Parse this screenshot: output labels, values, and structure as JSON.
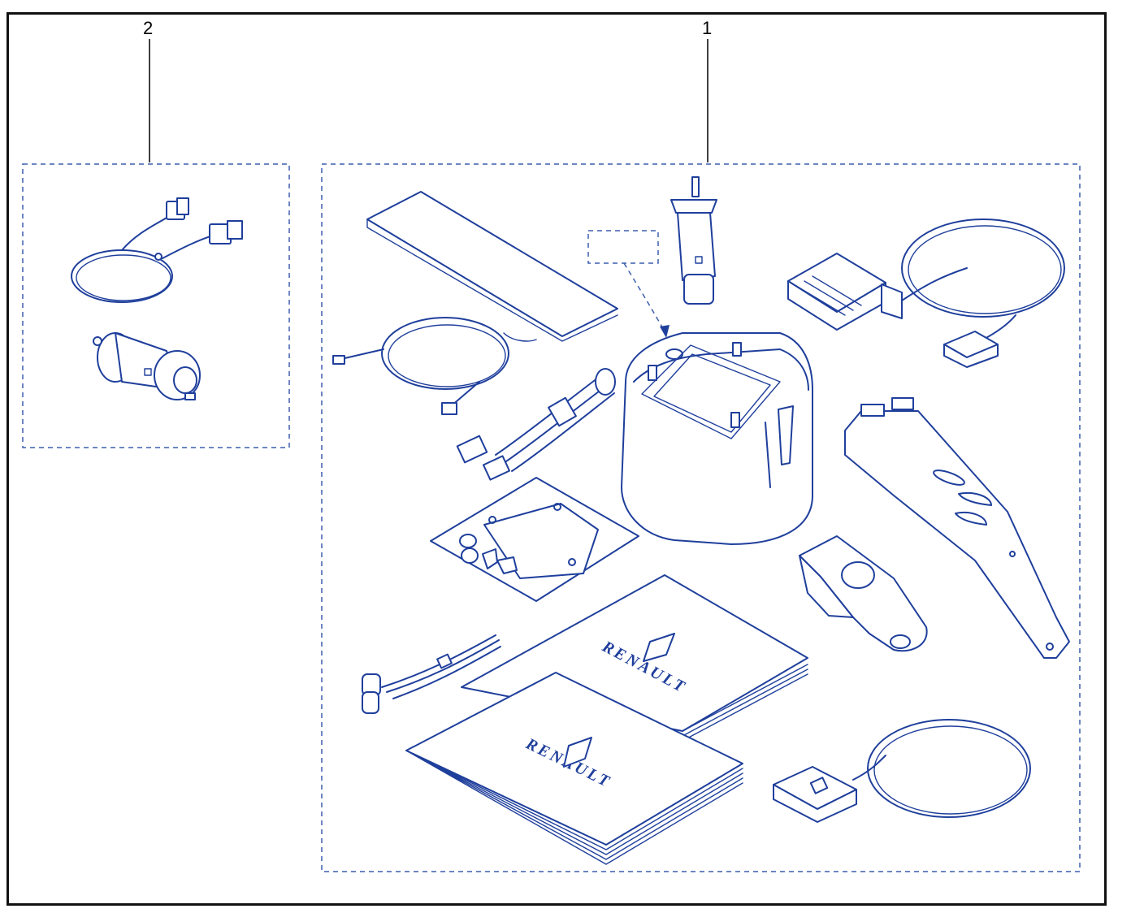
{
  "callouts": [
    {
      "label": "2"
    },
    {
      "label": "1"
    }
  ],
  "booklets": [
    {
      "brand": "RENAULT"
    },
    {
      "brand": "RENAULT"
    }
  ],
  "colors": {
    "line": "#1f3f9c",
    "frame": "#111111"
  }
}
